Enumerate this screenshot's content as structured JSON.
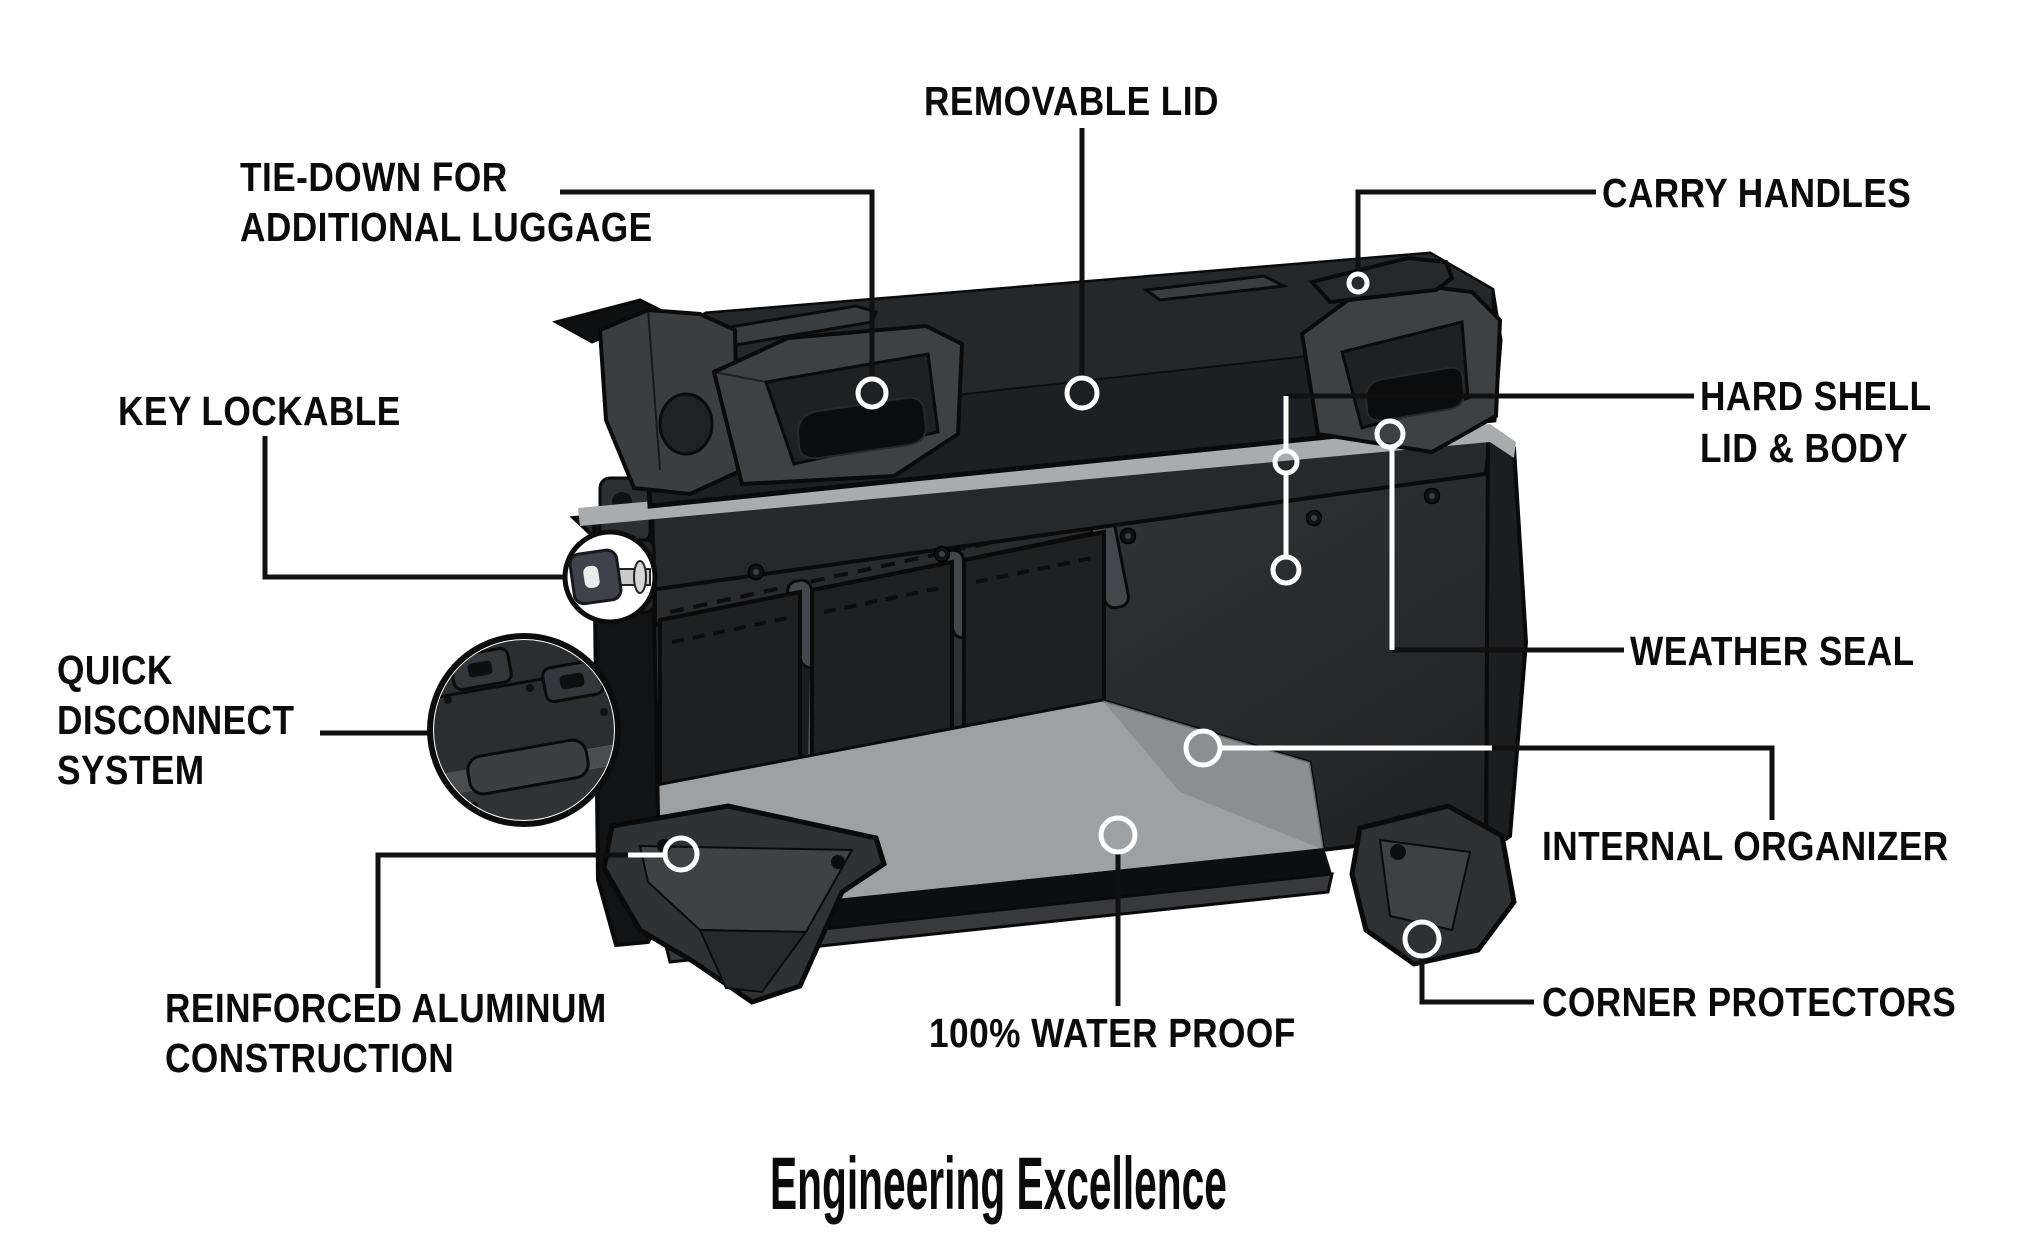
{
  "labels": {
    "removable_lid": "REMOVABLE LID",
    "tie_down_1": "TIE-DOWN FOR",
    "tie_down_2": "ADDITIONAL LUGGAGE",
    "carry_handles": "CARRY HANDLES",
    "key_lockable": "KEY LOCKABLE",
    "hard_shell_1": "HARD SHELL",
    "hard_shell_2": "LID & BODY",
    "weather_seal": "WEATHER SEAL",
    "quick_disconnect_1": "QUICK",
    "quick_disconnect_2": "DISCONNECT",
    "quick_disconnect_3": "SYSTEM",
    "internal_organizer": "INTERNAL ORGANIZER",
    "corner_protectors": "CORNER PROTECTORS",
    "reinforced_1": "REINFORCED ALUMINUM",
    "reinforced_2": "CONSTRUCTION",
    "waterproof": "100% WATER PROOF",
    "title": "Engineering Excellence"
  },
  "colors": {
    "background": "#ffffff",
    "label_text": "#0b0b0b",
    "leader_line": "#101010",
    "marker_ring": "#ffffff",
    "case_dark": "#1d2022",
    "case_mid": "#3e4144",
    "seal_stripe": "#a9acae",
    "floor_grey": "#9ea1a3",
    "key_head": "#3f424a",
    "key_shaft": "#c8cacc"
  },
  "icons": {
    "key": "key-icon",
    "markers": "feature-marker"
  }
}
